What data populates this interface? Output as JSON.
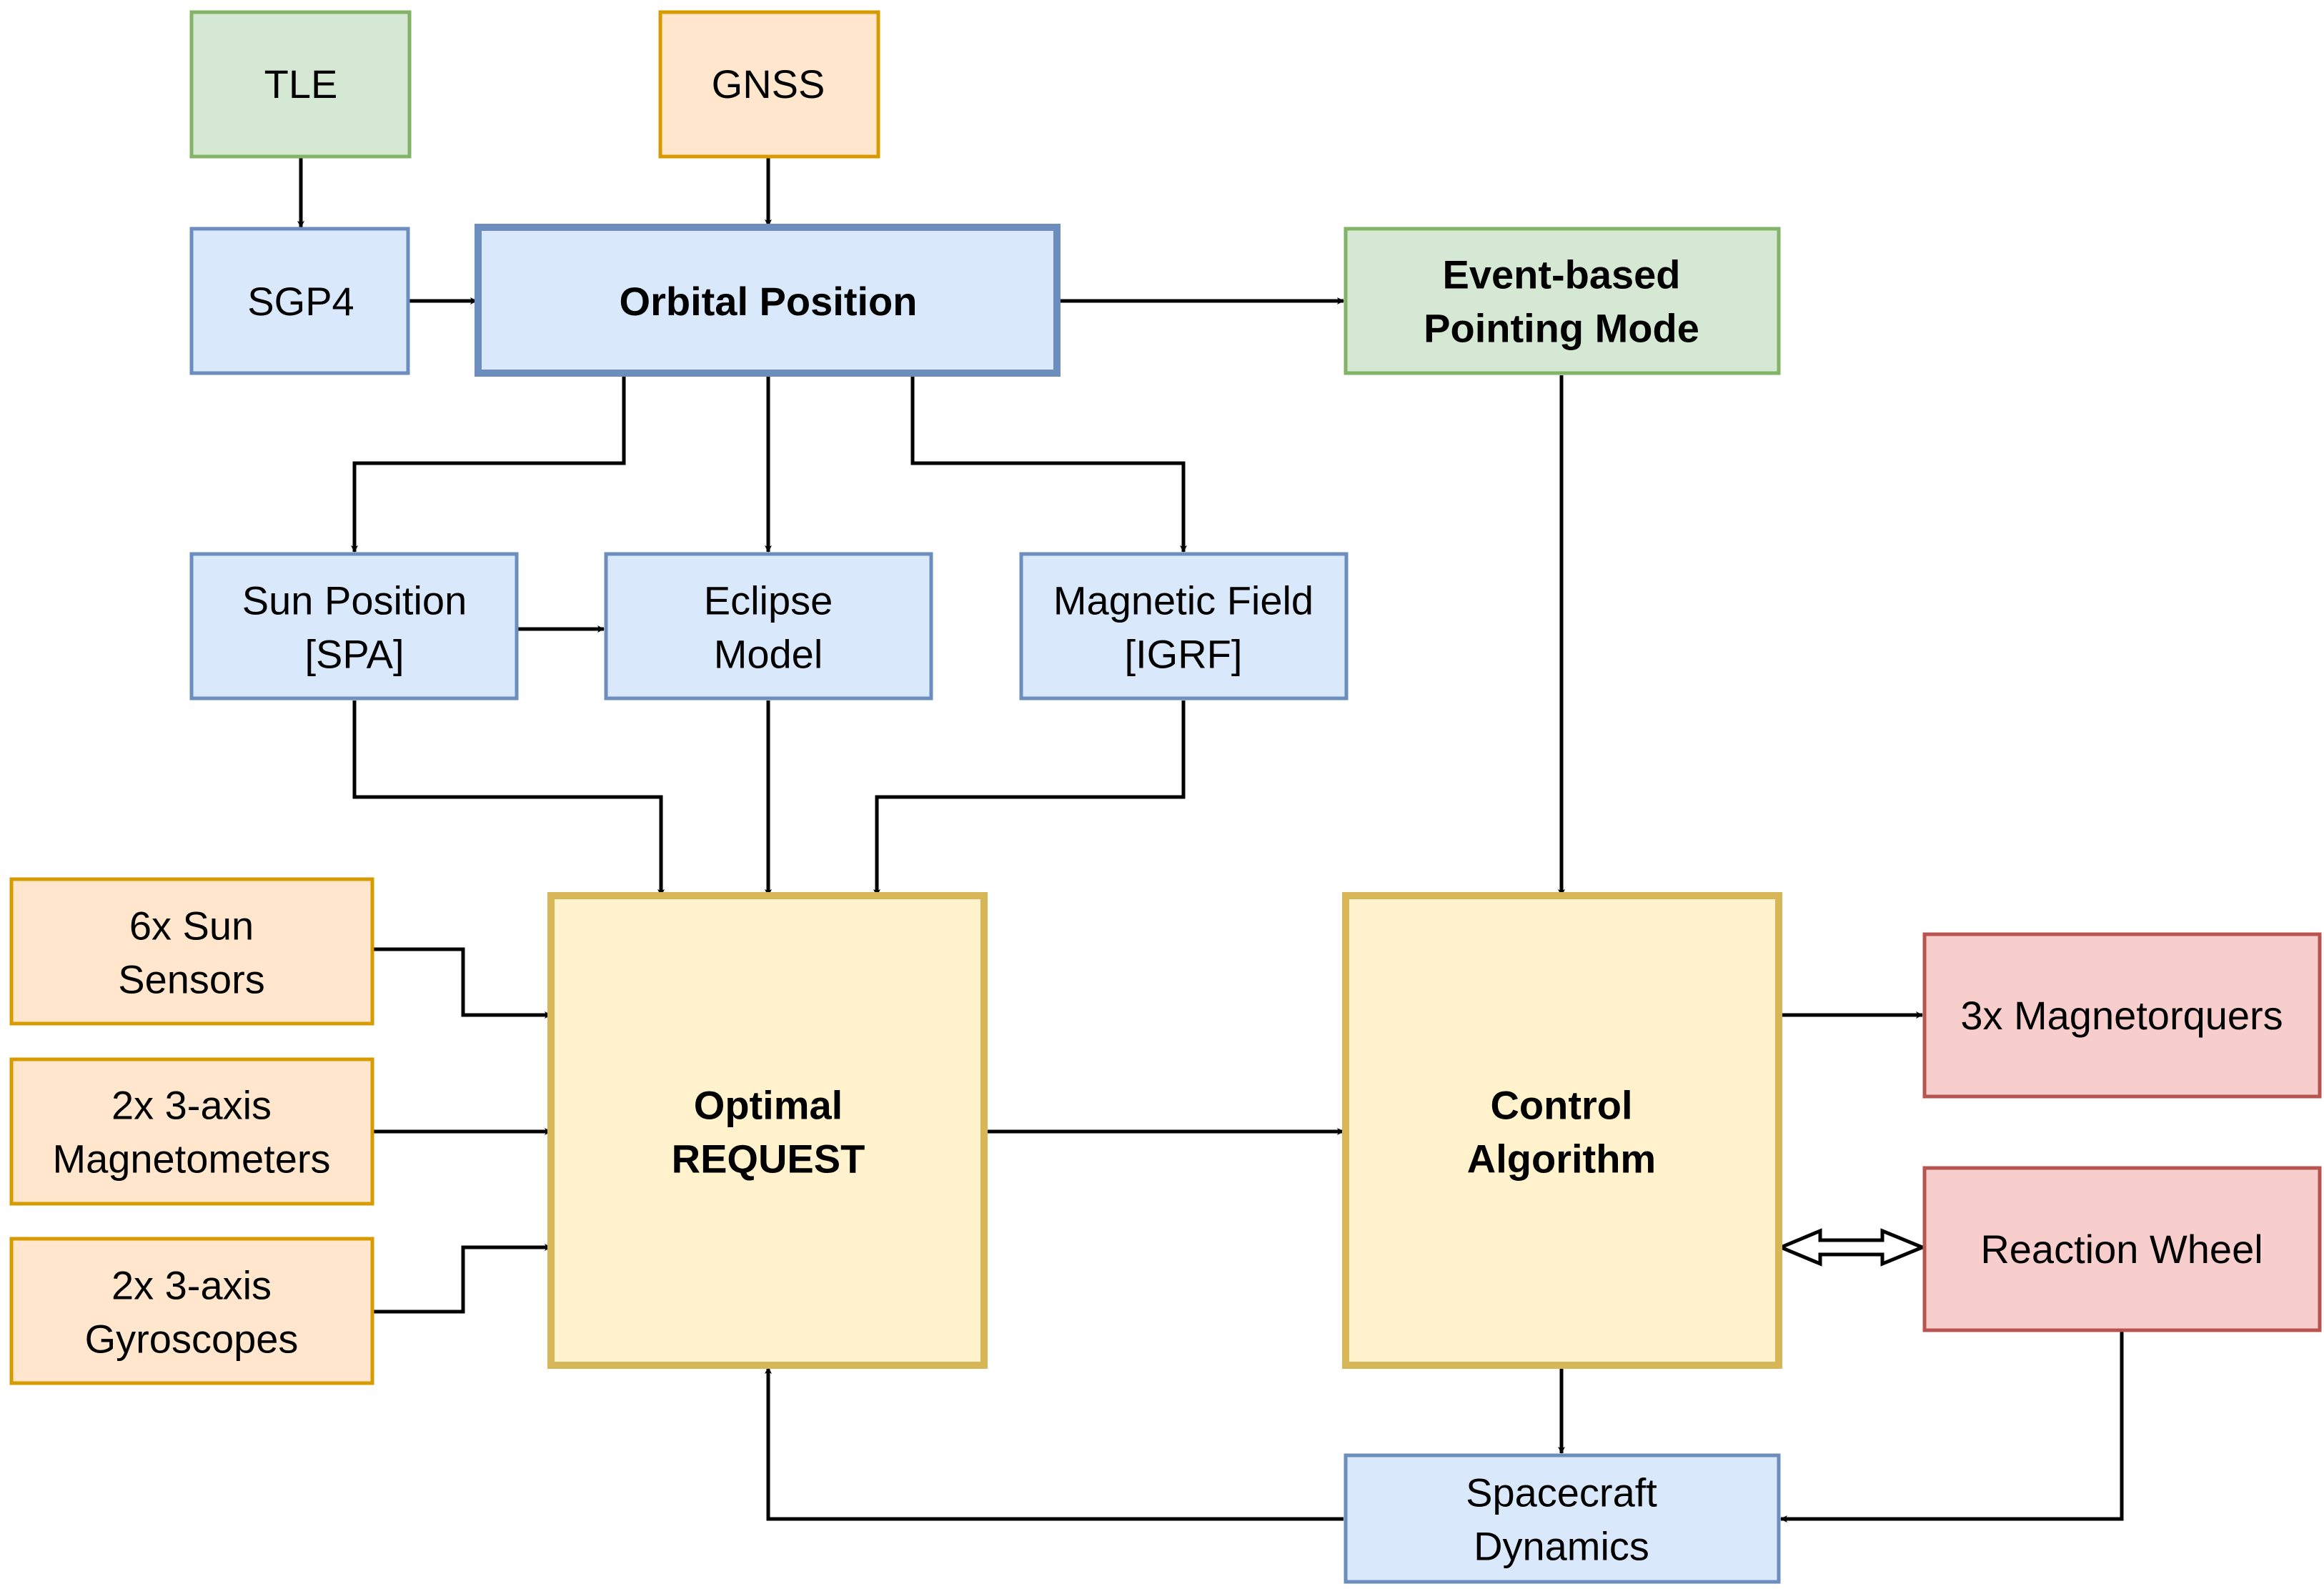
{
  "colors": {
    "blue_fill": "#dae8fc",
    "blue_stroke": "#6c8ebf",
    "green_fill": "#d5e8d4",
    "green_stroke": "#82b366",
    "orange_fill": "#ffe6cc",
    "orange_stroke": "#d79b00",
    "yellow_fill": "#fff2cc",
    "yellow_stroke": "#d6b656",
    "red_fill": "#f8cecc",
    "red_stroke": "#b85450"
  },
  "nodes": {
    "tle": {
      "lines": [
        "TLE"
      ]
    },
    "gnss": {
      "lines": [
        "GNSS"
      ]
    },
    "sgp4": {
      "lines": [
        "SGP4"
      ]
    },
    "orbital_position": {
      "lines": [
        "Orbital Position"
      ]
    },
    "event_pointing": {
      "lines": [
        "Event-based",
        "Pointing Mode"
      ]
    },
    "sun_position": {
      "lines": [
        "Sun Position",
        "[SPA]"
      ]
    },
    "eclipse_model": {
      "lines": [
        "Eclipse",
        "Model"
      ]
    },
    "magnetic_field": {
      "lines": [
        "Magnetic Field",
        "[IGRF]"
      ]
    },
    "sun_sensors": {
      "lines": [
        "6x Sun",
        "Sensors"
      ]
    },
    "magnetometers": {
      "lines": [
        "2x 3-axis",
        "Magnetometers"
      ]
    },
    "gyroscopes": {
      "lines": [
        "2x 3-axis",
        "Gyroscopes"
      ]
    },
    "optimal_request": {
      "lines": [
        "Optimal",
        "REQUEST"
      ]
    },
    "control_algorithm": {
      "lines": [
        "Control",
        "Algorithm"
      ]
    },
    "magnetorquers": {
      "lines": [
        "3x Magnetorquers"
      ]
    },
    "reaction_wheel": {
      "lines": [
        "Reaction Wheel"
      ]
    },
    "spacecraft_dynamics": {
      "lines": [
        "Spacecraft",
        "Dynamics"
      ]
    }
  }
}
